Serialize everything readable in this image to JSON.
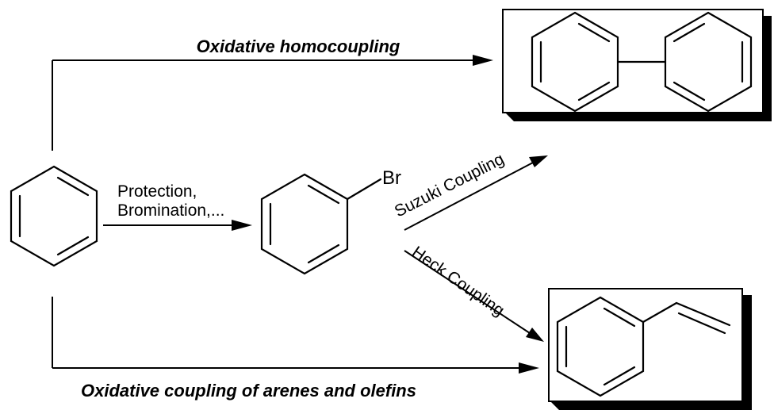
{
  "reactions": {
    "top_label": "Oxidative homocoupling",
    "bottom_label": "Oxidative coupling of arenes and olefins",
    "protection_line1": "Protection,",
    "protection_line2": "Bromination,...",
    "suzuki_label": "Suzuki Coupling",
    "heck_label": "Heck Coupling"
  },
  "molecules": {
    "bromobenzene_substituent": "Br"
  },
  "colors": {
    "ink": "#000000",
    "background": "#ffffff"
  }
}
